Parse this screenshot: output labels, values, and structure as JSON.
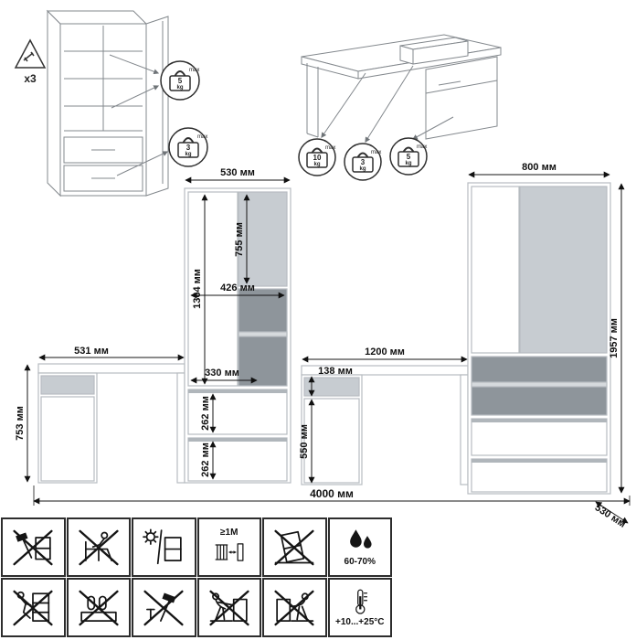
{
  "sketches": {
    "wardrobe": {
      "multiplier": "x3",
      "badges": [
        {
          "icon": "kettlebell-weight-icon",
          "value": "5",
          "unit": "kg",
          "max": "max"
        },
        {
          "icon": "kettlebell-weight-icon",
          "value": "3",
          "unit": "kg",
          "max": "max"
        }
      ]
    },
    "desk": {
      "badges": [
        {
          "icon": "kettlebell-weight-icon",
          "value": "10",
          "unit": "kg",
          "max": "max"
        },
        {
          "icon": "kettlebell-weight-icon",
          "value": "3",
          "unit": "kg",
          "max": "max"
        },
        {
          "icon": "kettlebell-weight-icon",
          "value": "5",
          "unit": "kg",
          "max": "max"
        }
      ]
    }
  },
  "elevation": {
    "dimensions": {
      "cabinet_left_width": "530 мм",
      "cabinet_left_height": "1364 мм",
      "cabinet_left_door_height": "755 мм",
      "cabinet_left_inner_width": "426 мм",
      "cabinet_left_shelf_width": "330 мм",
      "cabinet_left_drawer_height_1": "262 мм",
      "cabinet_left_drawer_height_2": "262 мм",
      "desk_left_width": "531 мм",
      "desk_left_height": "753 мм",
      "desk_right_width": "1200 мм",
      "desk_right_drawer_height": "138 мм",
      "desk_right_clearance_height": "550 мм",
      "cabinet_right_width": "800 мм",
      "cabinet_right_height": "1957 мм",
      "total_width": "4000 мм",
      "depth": "530 мм"
    },
    "colors": {
      "panel_gray": "#c7ccd1",
      "niche_dark": "#8e959b",
      "outline": "#b7bcc1"
    }
  },
  "pictograms": {
    "row1": [
      {
        "name": "no-hammer-assembly-icon"
      },
      {
        "name": "no-sitting-on-backrest-icon"
      },
      {
        "name": "avoid-direct-sunlight-icon"
      },
      {
        "name": "heater-distance-icon",
        "label": "≥1М"
      },
      {
        "name": "no-tilting-loaded-icon"
      },
      {
        "name": "humidity-icon",
        "label": "60-70%"
      }
    ],
    "row2": [
      {
        "name": "no-climbing-drawers-icon"
      },
      {
        "name": "no-standing-on-top-icon"
      },
      {
        "name": "no-hammering-icon"
      },
      {
        "name": "no-pushing-icon"
      },
      {
        "name": "no-dragging-icon"
      },
      {
        "name": "temperature-icon",
        "label": "+10...+25°C"
      }
    ]
  }
}
